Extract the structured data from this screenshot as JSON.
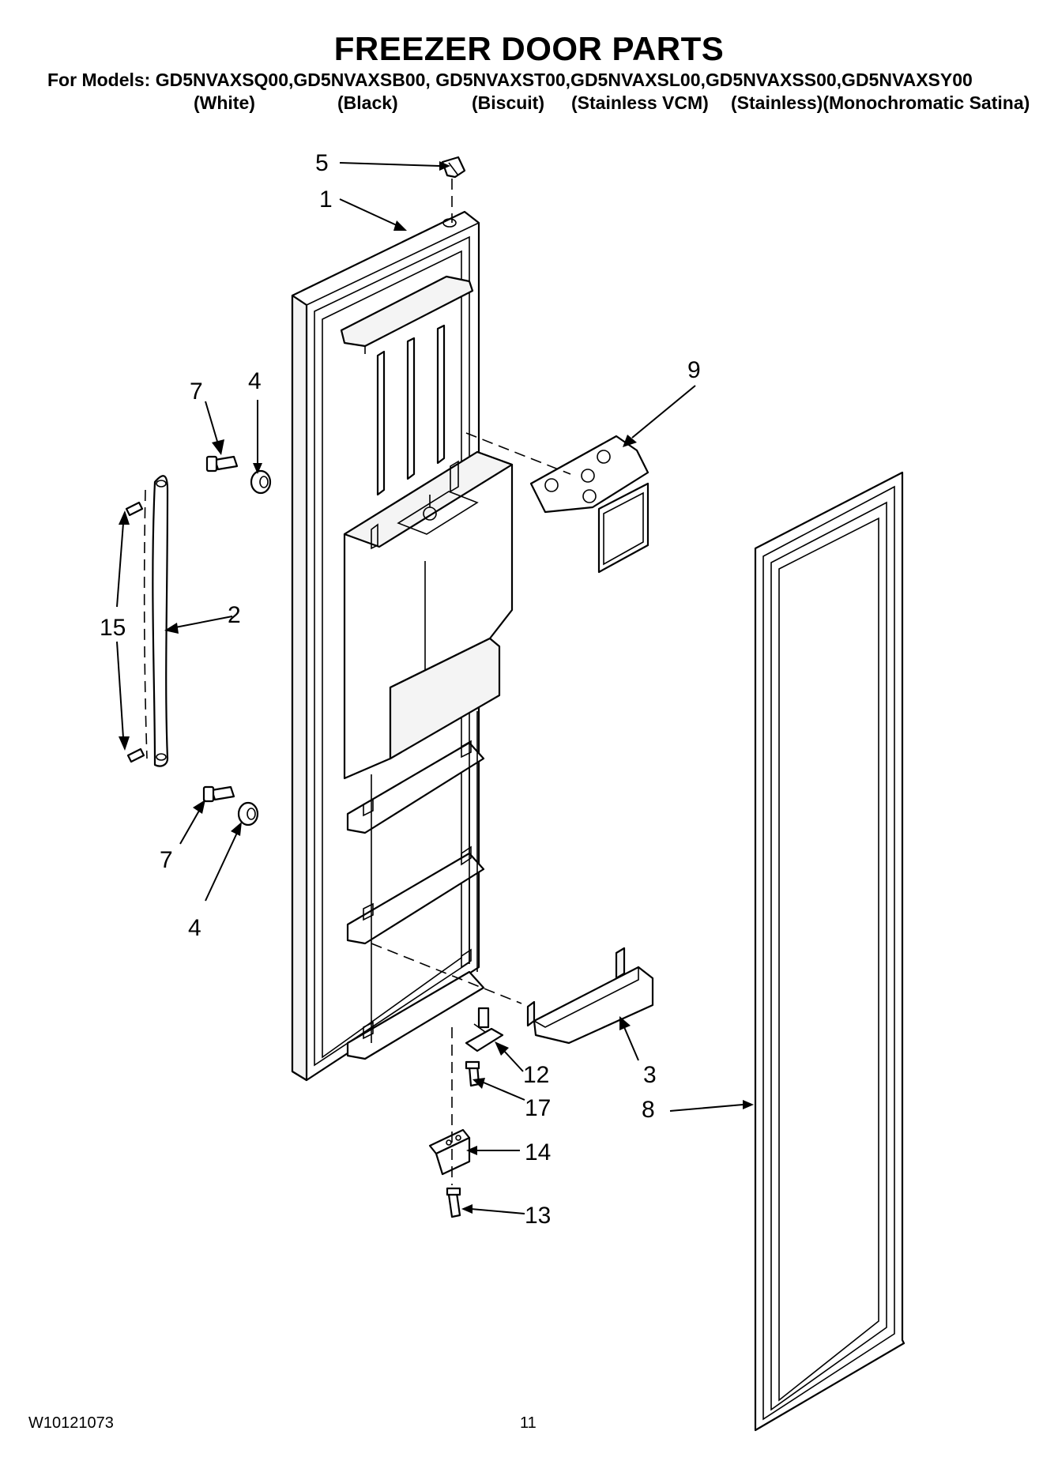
{
  "header": {
    "title": "FREEZER DOOR PARTS",
    "models_line": "For Models: GD5NVAXSQ00,GD5NVAXSB00, GD5NVAXST00,GD5NVAXSL00,GD5NVAXSS00,GD5NVAXSY00",
    "variants": [
      "(White)",
      "(Black)",
      "(Biscuit)",
      "(Stainless VCM)",
      "(Stainless)(Monochromatic Satina)"
    ]
  },
  "callouts": [
    "5",
    "1",
    "9",
    "7",
    "4",
    "2",
    "15",
    "7",
    "4",
    "12",
    "3",
    "17",
    "8",
    "14",
    "13"
  ],
  "footer": {
    "doc_number": "W10121073",
    "page_number": "11"
  }
}
